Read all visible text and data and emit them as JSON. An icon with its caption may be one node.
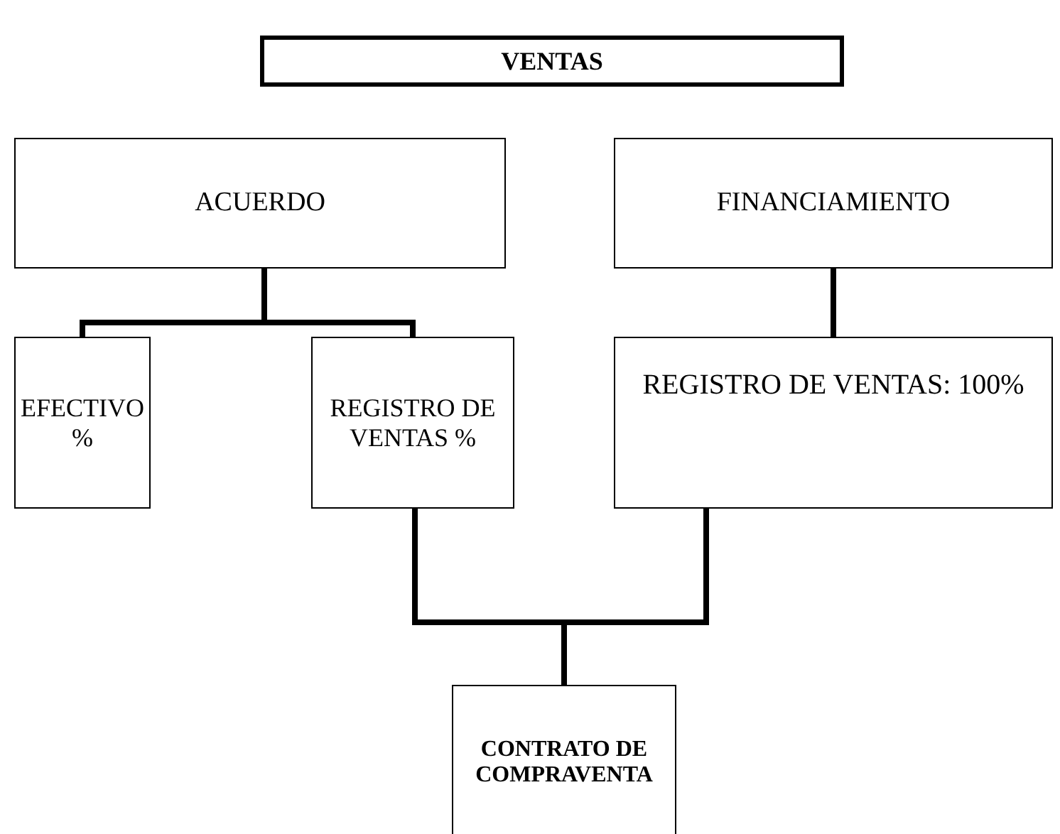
{
  "diagram": {
    "nodes": [
      {
        "text": [
          "VENTAS"
        ]
      },
      {
        "text": [
          "ACUERDO"
        ]
      },
      {
        "text": [
          "FINANCIAMIENTO"
        ]
      },
      {
        "text": [
          "EFECTIVO %"
        ]
      },
      {
        "text": [
          "REGISTRO DE VENTAS %"
        ]
      },
      {
        "text": [
          "REGISTRO DE VENTAS: 100%"
        ]
      },
      {
        "text": [
          "CONTRATO DE COMPRAVENTA"
        ]
      }
    ],
    "edges": [
      {
        "from": 1,
        "to": 3,
        "arrow": "none"
      },
      {
        "from": 1,
        "to": 4,
        "arrow": "none"
      },
      {
        "from": 2,
        "to": 5,
        "arrow": "none"
      },
      {
        "from": 4,
        "to": 6,
        "arrow": "none"
      },
      {
        "from": 5,
        "to": 6,
        "arrow": "none"
      }
    ]
  }
}
